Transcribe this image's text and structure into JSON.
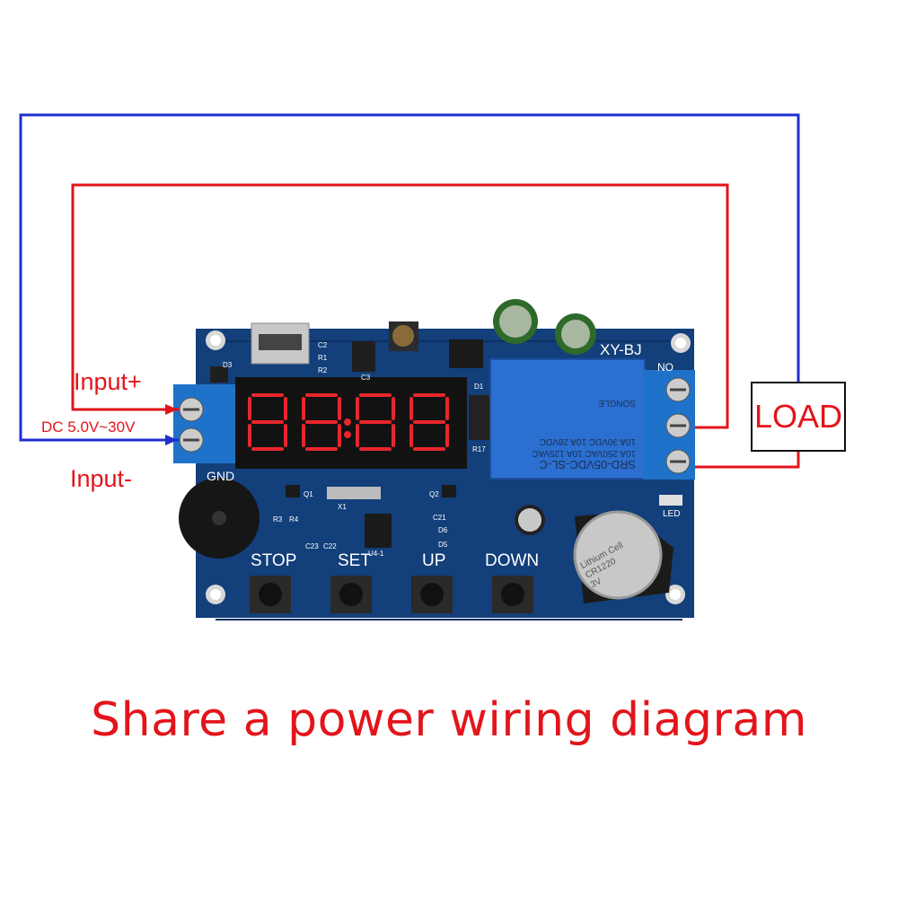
{
  "caption": "Share a power wiring diagram",
  "labels": {
    "input_plus": "Input+",
    "input_minus": "Input-",
    "dc_range": "DC 5.0V~30V",
    "load": "LOAD"
  },
  "board": {
    "model": "XY-BJ",
    "gnd": "GND",
    "no": "NO",
    "led": "LED",
    "buttons": [
      "STOP",
      "SET",
      "UP",
      "DOWN"
    ],
    "relay_lines": [
      "SRD-05VDC-SL-C",
      "10A 250VAC  10A 125VAC",
      "10A 30VDC  10A 28VDC",
      "SONGLE"
    ],
    "battery_lines": [
      "Lithium Cell",
      "CR1220",
      "3V"
    ],
    "silkscreen": [
      "D3",
      "C2",
      "R1",
      "R2",
      "C3",
      "D1",
      "R17",
      "Q1",
      "Q2",
      "X1",
      "R3",
      "R4",
      "C22",
      "C23",
      "U4-1",
      "C21",
      "D6",
      "D5"
    ]
  },
  "colors": {
    "wire_red": "#e3141b",
    "wire_blue": "#1f2fd0",
    "pcb": "#123e78",
    "terminal": "#1f72c9",
    "display_segment": "#e8262c"
  }
}
